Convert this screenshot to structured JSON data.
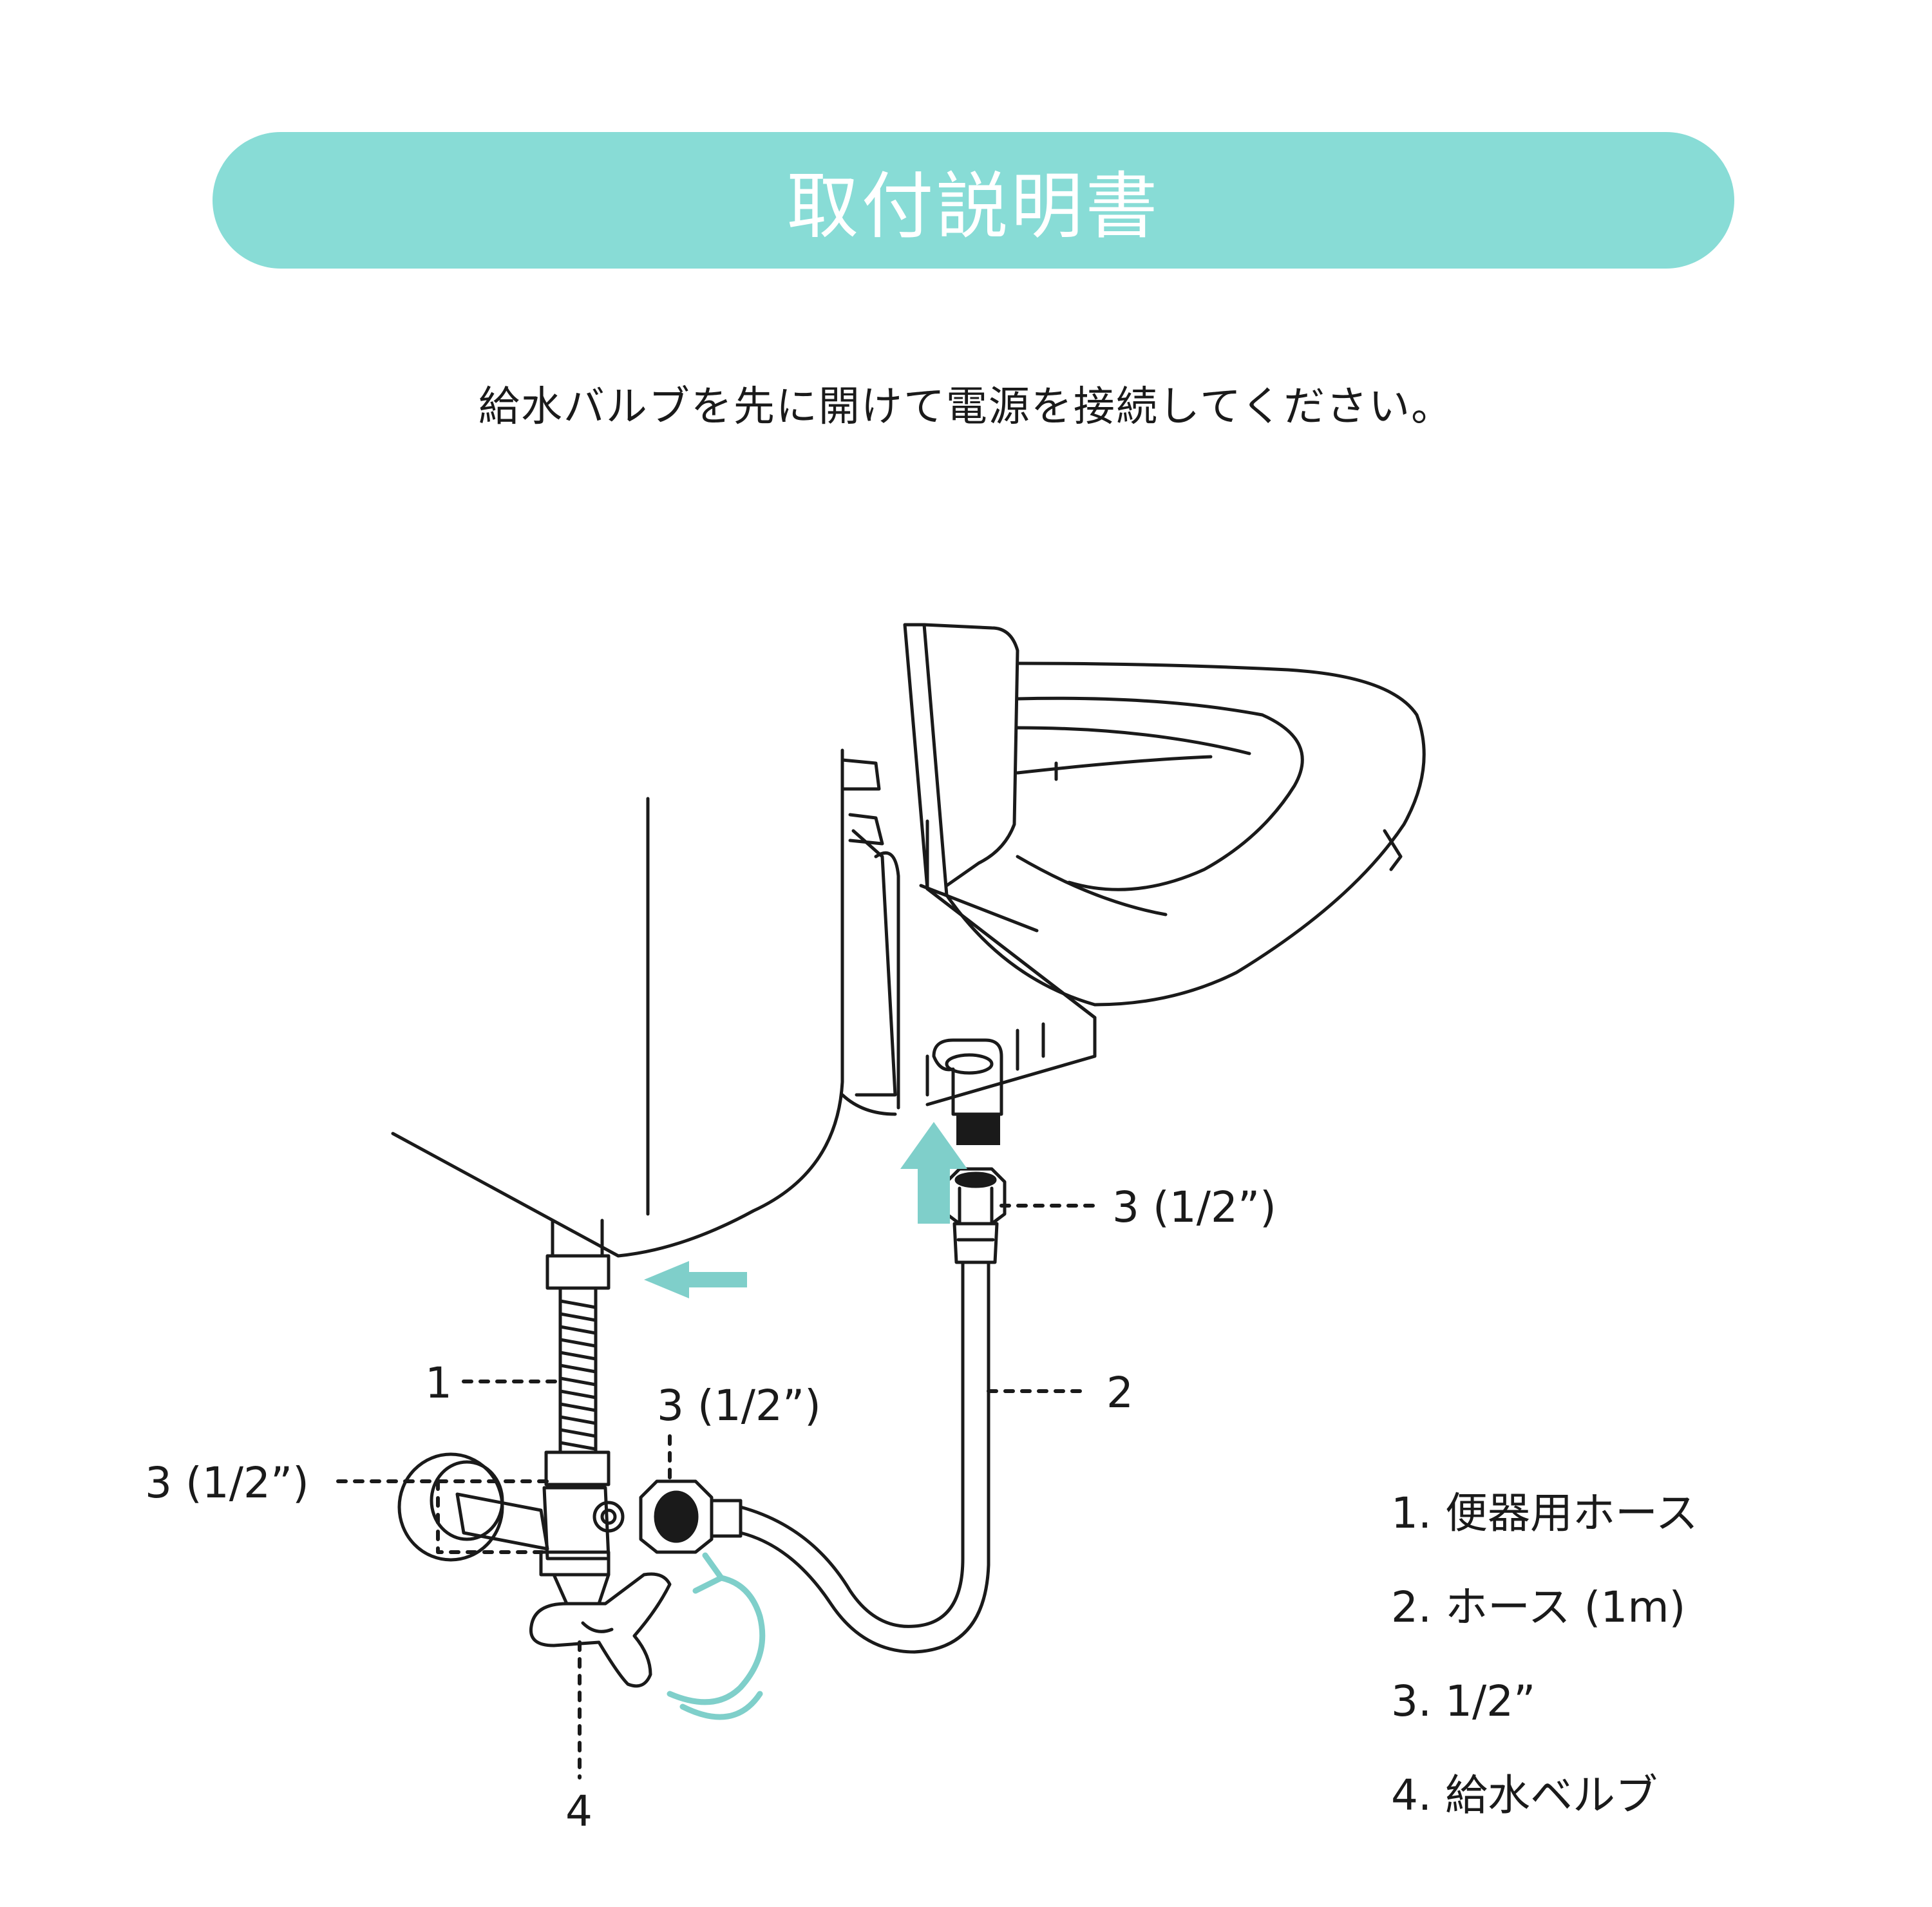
{
  "title": "取付説明書",
  "instruction": "給水バルブを先に開けて電源を接続してください。",
  "callouts": {
    "c1": "1",
    "c2": "2",
    "c3_top": "3 (1/2”)",
    "c3_mid": "3 (1/2”)",
    "c3_left": "3 (1/2”)",
    "c4": "4"
  },
  "legend": [
    "1. 便器用ホース",
    "2. ホース (1m)",
    "3. 1/2”",
    "4. 給水ベルブ"
  ],
  "colors": {
    "accent": "#88dcd6",
    "line": "#1a1a1a",
    "arrow": "#7fcfca"
  }
}
